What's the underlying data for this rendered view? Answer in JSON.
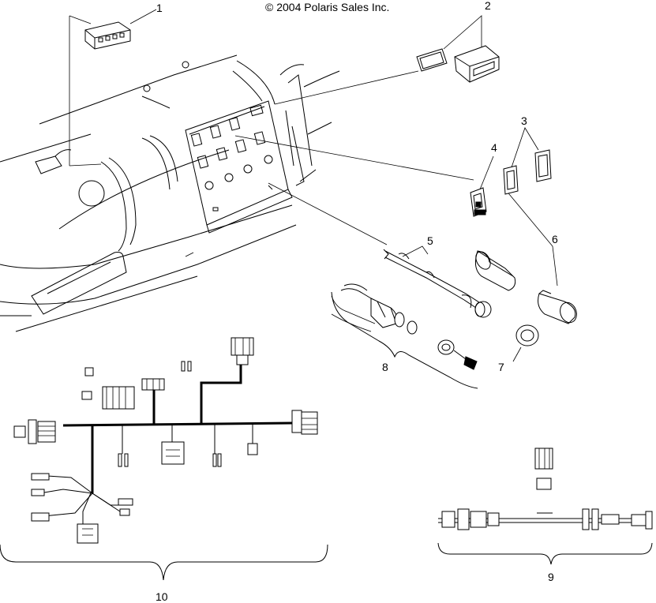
{
  "copyright": "© 2004 Polaris Sales Inc.",
  "callouts": [
    "1",
    "2",
    "3",
    "4",
    "5",
    "6",
    "7",
    "8",
    "9",
    "10"
  ],
  "colors": {
    "line": "#000000",
    "background": "#ffffff"
  }
}
